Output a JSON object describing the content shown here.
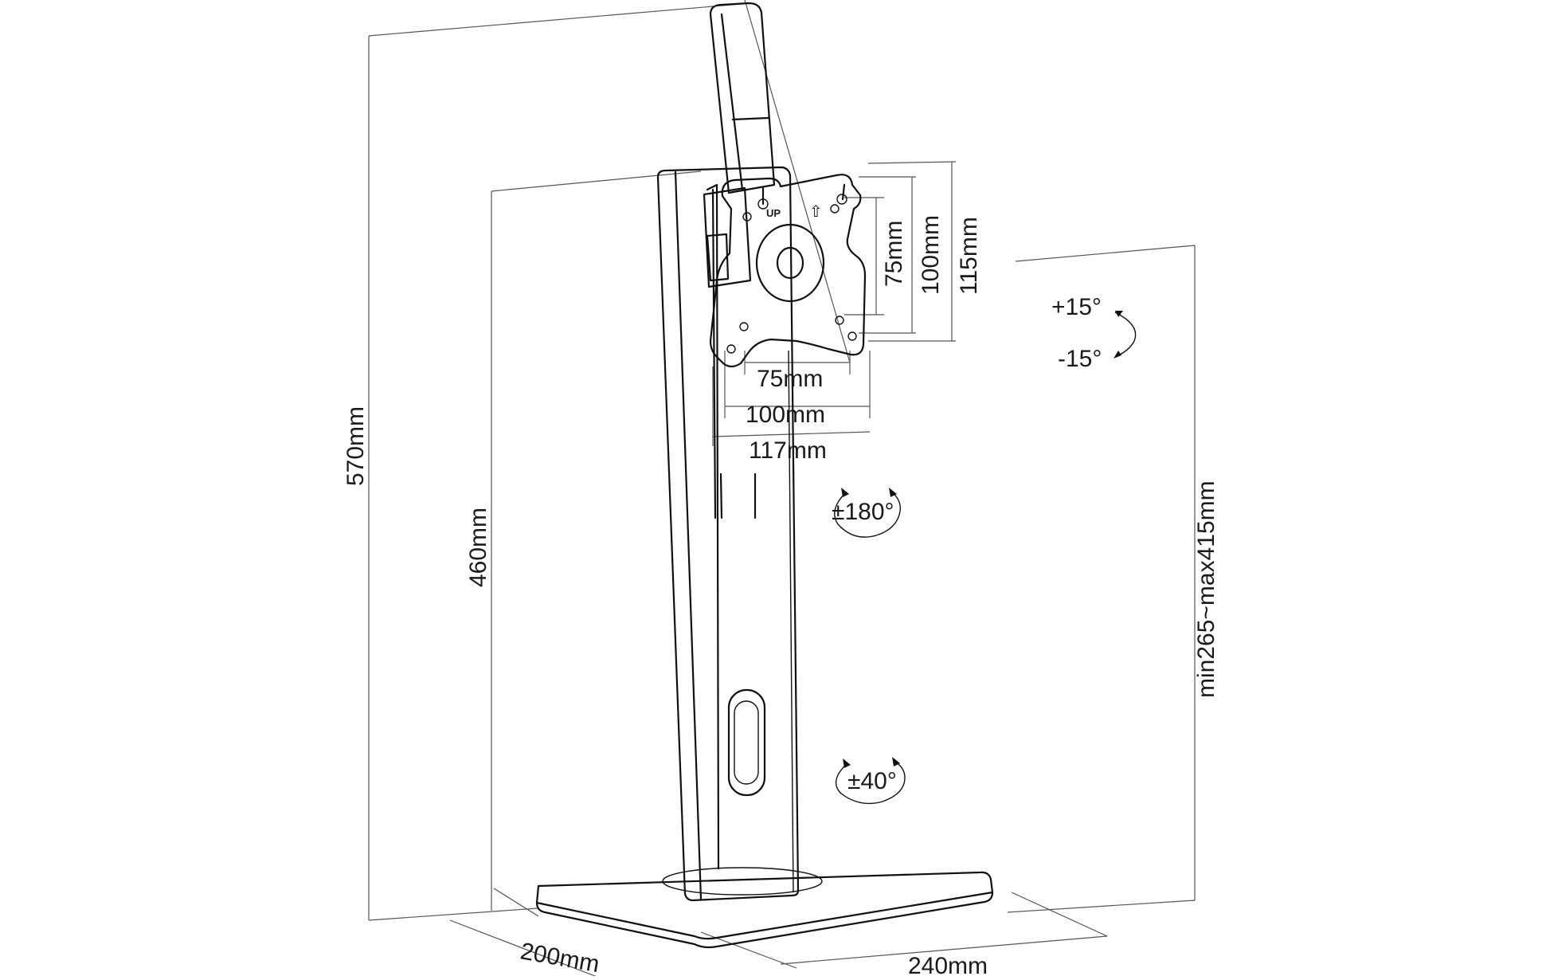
{
  "dimensions": {
    "total_height": "570mm",
    "base_to_top_height": "460mm",
    "height_range": "min265~max415mm",
    "base_depth": "200mm",
    "base_width": "240mm",
    "vesa_h_75": "75mm",
    "vesa_h_100": "100mm",
    "plate_width": "117mm",
    "vesa_v_75": "75mm",
    "vesa_v_100": "100mm",
    "plate_height": "115mm"
  },
  "angles": {
    "tilt_up": "+15°",
    "tilt_down": "-15°",
    "rotation": "±180°",
    "swivel": "±40°"
  },
  "plate_marks": {
    "up_text": "UP",
    "up_arrow": "⇧"
  }
}
